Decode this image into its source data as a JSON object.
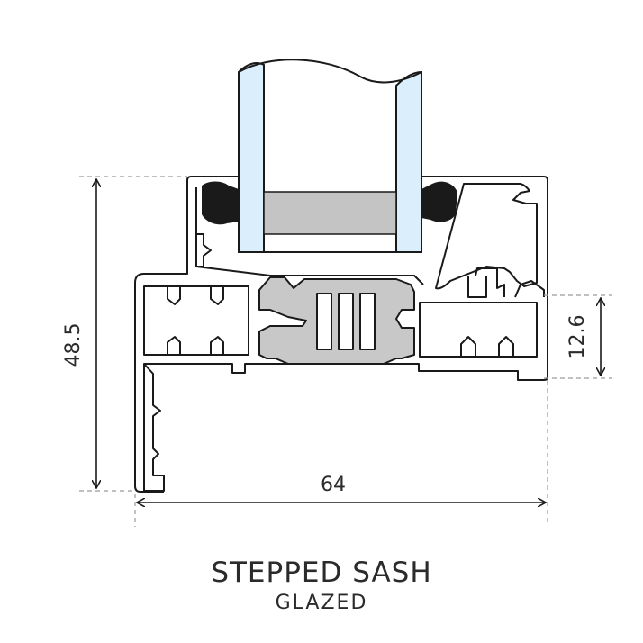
{
  "title": "STEPPED SASH",
  "subtitle": "GLAZED",
  "dimensions": {
    "height_overall": "48.5",
    "width_overall": "64",
    "step_height": "12.6"
  },
  "colors": {
    "line": "#1a1a1a",
    "glass": "#dbeefb",
    "spacer": "#c4c4c4",
    "thermal_break": "#c8c8c8",
    "guide": "#9a9a9a"
  }
}
